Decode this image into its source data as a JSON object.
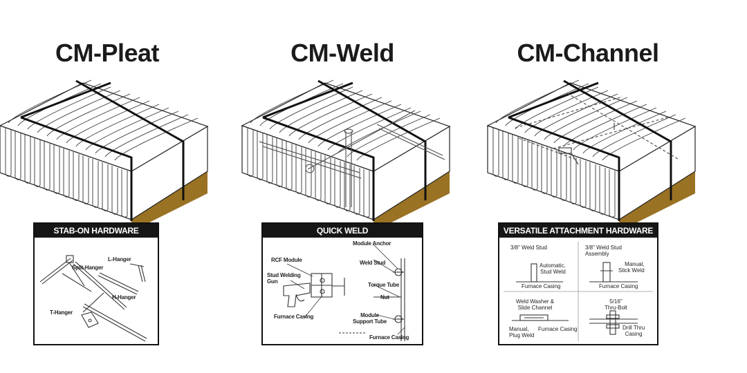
{
  "titles": {
    "pleat": "CM-Pleat",
    "weld": "CM-Weld",
    "channel": "CM-Channel"
  },
  "panels": {
    "pleat": {
      "header": "STAB-ON HARDWARE",
      "labels": {
        "split_hanger": "Split-Hanger",
        "l_hanger": "L-Hanger",
        "h_hanger": "H-Hanger",
        "t_hanger": "T-Hanger"
      }
    },
    "weld": {
      "header": "QUICK WELD",
      "labels": {
        "module_anchor": "Module Anchor",
        "rcf_module": "RCF Module",
        "weld_stud": "Weld Stud",
        "stud_welding_gun": "Stud Welding\nGun",
        "torque_tube": "Torque Tube",
        "nut": "Nut",
        "furnace_casing_left": "Furnace Casing",
        "module_support_tube": "Module\nSupport Tube",
        "furnace_casing_right": "Furnace Casing"
      }
    },
    "channel": {
      "header": "VERSATILE ATTACHMENT HARDWARE",
      "labels": {
        "weld_stud_38": "3/8\" Weld Stud",
        "automatic_stud_weld": "Automatic,\nStud Weld",
        "furnace_casing_tl": "Furnace Casing",
        "weld_stud_assembly": "3/8\" Weld Stud\nAssembly",
        "manual_stick_weld": "Manual,\nStick Weld",
        "furnace_casing_tr": "Furnace Casing",
        "weld_washer": "Weld Washer &\nSlide Channel",
        "manual_plug_weld": "Manual,\nPlug Weld",
        "furnace_casing_bl": "Furnace Casing",
        "thru_bolt": "5/16\"\nThru-Bolt",
        "drill_thru_casing": "Drill Thru\nCasing"
      }
    }
  },
  "colors": {
    "casing": "#9a7224",
    "ink": "#1b1b1b",
    "header_bg": "#161616"
  }
}
